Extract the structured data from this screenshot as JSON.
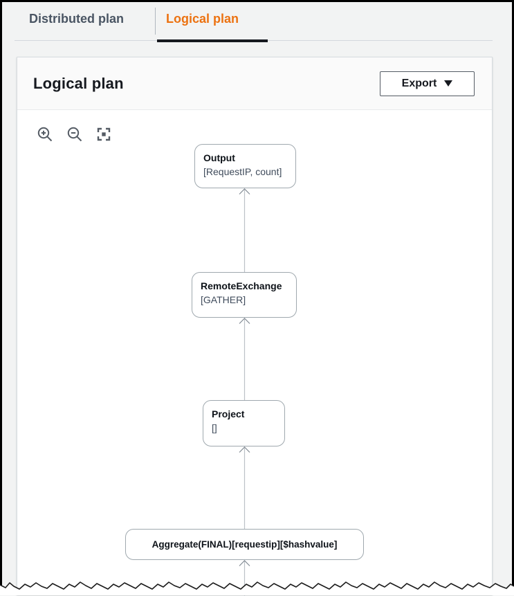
{
  "colors": {
    "accent_orange": "#ec7211",
    "tab_inactive_text": "#4a5563",
    "active_tab_indicator": "#16191f",
    "node_border": "#9fa8ae",
    "page_background": "#f2f3f3"
  },
  "tabs": [
    {
      "label": "Distributed plan",
      "active": false
    },
    {
      "label": "Logical plan",
      "active": true
    }
  ],
  "panel": {
    "title": "Logical plan",
    "export_button": {
      "label": "Export",
      "icon": "caret-down-icon"
    }
  },
  "canvas_toolbar": {
    "buttons": [
      {
        "icon": "zoom-in-icon"
      },
      {
        "icon": "zoom-out-icon"
      },
      {
        "icon": "fit-view-icon"
      }
    ]
  },
  "diagram": {
    "type": "flow",
    "direction": "bottom-to-top",
    "nodes": [
      {
        "title": "Output",
        "subtitle": "[RequestIP, count]"
      },
      {
        "title": "RemoteExchange",
        "subtitle": "[GATHER]"
      },
      {
        "title": "Project",
        "subtitle": "[]"
      },
      {
        "title": "Aggregate(FINAL)[requestip][$hashvalue]",
        "subtitle": ""
      }
    ],
    "edges": [
      {
        "from_node": 1,
        "to_node": 0
      },
      {
        "from_node": 2,
        "to_node": 1
      },
      {
        "from_node": 3,
        "to_node": 2
      },
      {
        "from_node": "offscreen-below",
        "to_node": 3
      }
    ]
  }
}
